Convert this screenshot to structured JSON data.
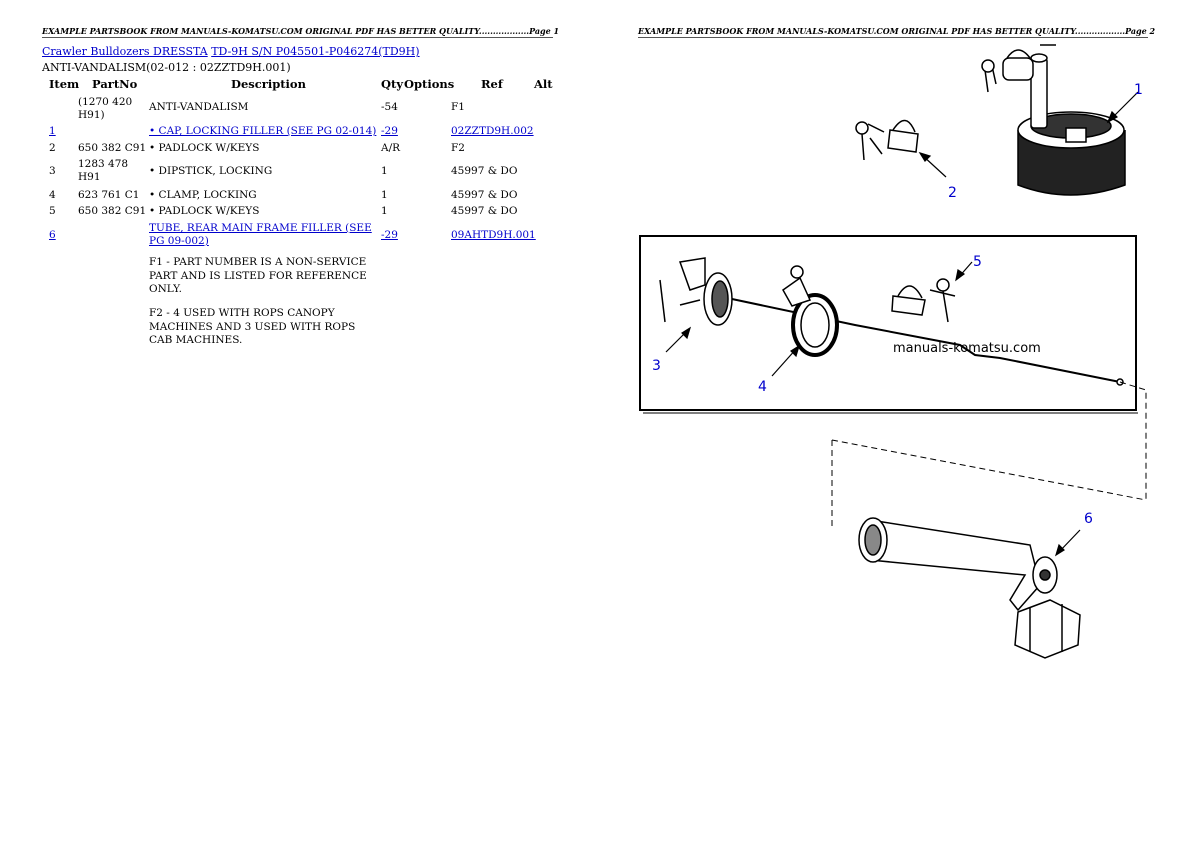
{
  "header": {
    "page1": "EXAMPLE PARTSBOOK FROM MANUALS-KOMATSU.COM ORIGINAL PDF HAS BETTER QUALITY..................Page 1",
    "page2": "EXAMPLE PARTSBOOK FROM MANUALS-KOMATSU.COM ORIGINAL PDF HAS BETTER QUALITY..................Page 2"
  },
  "breadcrumb": {
    "link1": "Crawler Bulldozers DRESSTA",
    "link2": "TD-9H S/N P045501-P046274(TD9H)"
  },
  "subtitle": "ANTI-VANDALISM(02-012 : 02ZZTD9H.001)",
  "columns": {
    "item": "Item",
    "partno": "PartNo",
    "description": "Description",
    "qty": "Qty",
    "options": "Options",
    "ref": "Ref",
    "alt": "Alt"
  },
  "rows": [
    {
      "item": "",
      "partno": "(1270 420 H91)",
      "description": "ANTI-VANDALISM",
      "qty": "-54",
      "ref": "F1"
    },
    {
      "item": "1",
      "partno": "",
      "description": "• CAP, LOCKING FILLER (SEE PG 02-014)",
      "qty": "-29",
      "ref": "02ZZTD9H.002"
    },
    {
      "item": "2",
      "partno": "650 382 C91",
      "description": "• PADLOCK W/KEYS",
      "qty": "A/R",
      "ref": "F2"
    },
    {
      "item": "3",
      "partno": "1283 478 H91",
      "description": "• DIPSTICK, LOCKING",
      "qty": "1",
      "ref": "45997 & DO"
    },
    {
      "item": "4",
      "partno": "623 761 C1",
      "description": "• CLAMP, LOCKING",
      "qty": "1",
      "ref": "45997 & DO"
    },
    {
      "item": "5",
      "partno": "650 382 C91",
      "description": "• PADLOCK W/KEYS",
      "qty": "1",
      "ref": "45997 & DO"
    },
    {
      "item": "6",
      "partno": "",
      "description": "TUBE, REAR MAIN FRAME FILLER (SEE PG 09-002)",
      "qty": "-29",
      "ref": "09AHTD9H.001"
    }
  ],
  "notes": {
    "f1": "F1 - PART NUMBER IS A NON-SERVICE PART AND IS LISTED FOR REFERENCE ONLY.",
    "f2": "F2 - 4 USED WITH ROPS CANOPY MACHINES AND 3 USED WITH ROPS CAB MACHINES."
  },
  "illustration": {
    "watermark": "manuals-komatsu.com",
    "callouts": [
      "1",
      "2",
      "3",
      "4",
      "5",
      "6"
    ]
  },
  "colors": {
    "link": "#0000cc",
    "callout": "#0000cc"
  }
}
